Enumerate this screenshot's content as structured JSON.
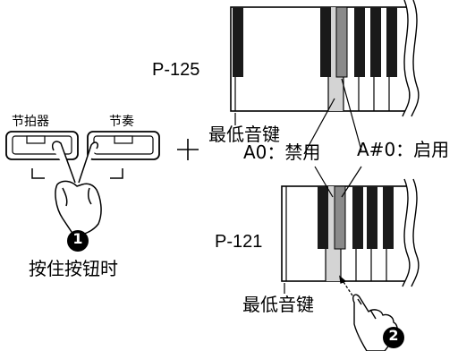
{
  "buttons": {
    "metronome_label": "节拍器",
    "tempo_label": "节奏"
  },
  "plus_sign": "+",
  "step1": {
    "number": "1",
    "caption": "按住按钮时"
  },
  "step2": {
    "number": "2"
  },
  "piano_top": {
    "model": "P-125",
    "lowest_key_label": "最低音键"
  },
  "piano_bottom": {
    "model": "P-121",
    "lowest_key_label": "最低音键"
  },
  "key_a0_label": "A0：禁用",
  "key_asharp0_label": "A#0：启用",
  "colors": {
    "line": "#000000",
    "highlight_white_key": "#d4d4d4",
    "highlight_black_key": "#8a8a8a",
    "black_key": "#1a1a1a",
    "step_badge": "#000000"
  }
}
